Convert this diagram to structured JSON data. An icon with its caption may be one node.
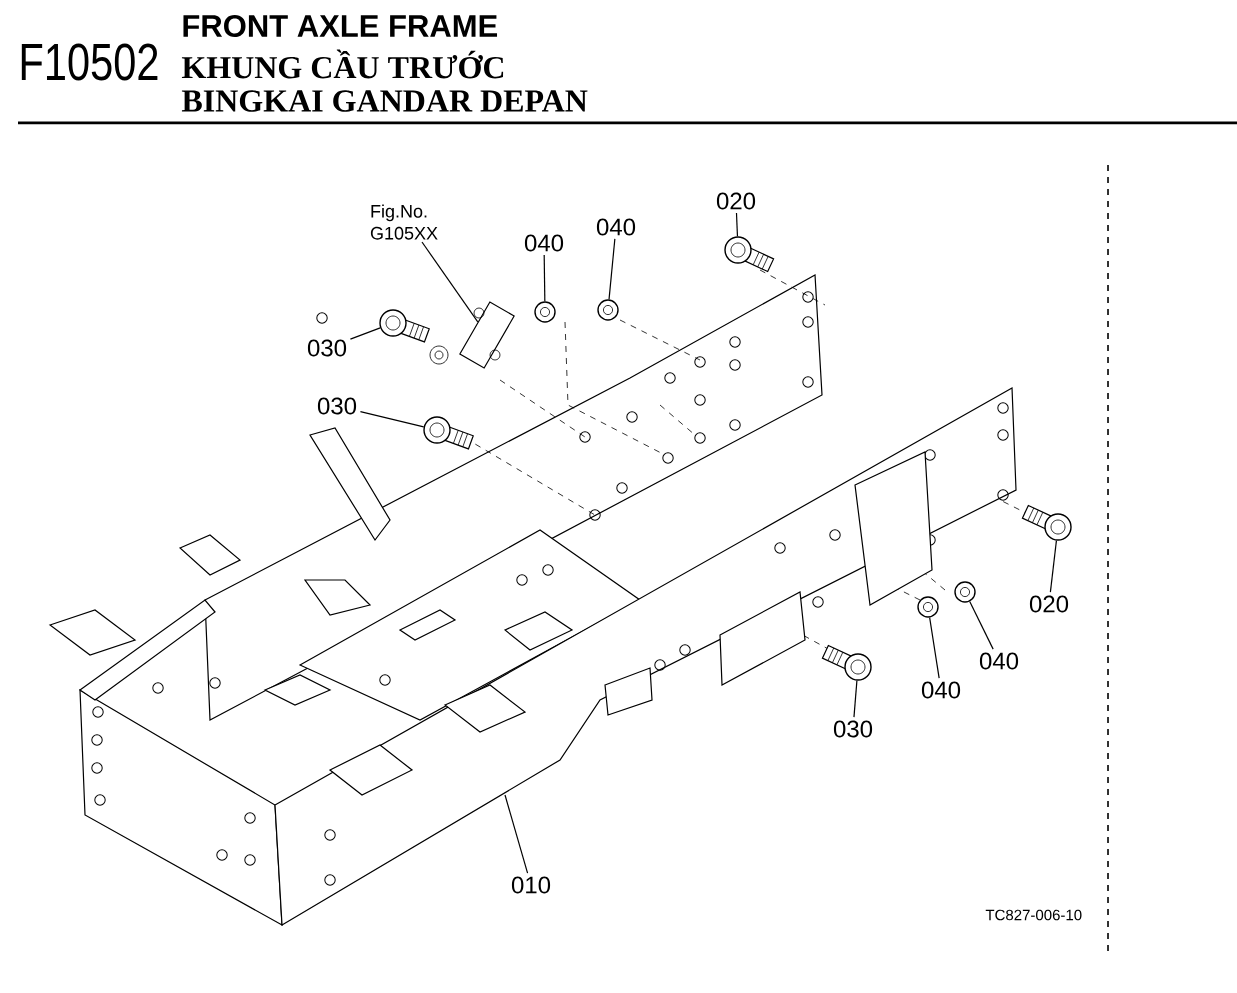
{
  "diagram": {
    "nodes": [
      {
        "text": [
          "020"
        ]
      },
      {
        "text": [
          "Fig.No. G105XX"
        ]
      },
      {
        "text": [
          "040"
        ]
      },
      {
        "text": [
          "040"
        ]
      },
      {
        "text": [
          "030"
        ]
      },
      {
        "text": [
          "030"
        ]
      },
      {
        "text": [
          "020"
        ]
      },
      {
        "text": [
          "040"
        ]
      },
      {
        "text": [
          "040"
        ]
      },
      {
        "text": [
          "030"
        ]
      },
      {
        "text": [
          "010"
        ]
      },
      {
        "text": [],
        "shape": "bolt"
      },
      {
        "text": [],
        "shape": "bracket"
      },
      {
        "text": [],
        "shape": "washer"
      },
      {
        "text": [],
        "shape": "washer"
      },
      {
        "text": [],
        "shape": "bolt"
      },
      {
        "text": [],
        "shape": "bolt"
      },
      {
        "text": [],
        "shape": "bolt"
      },
      {
        "text": [],
        "shape": "washer"
      },
      {
        "text": [],
        "shape": "washer"
      },
      {
        "text": [],
        "shape": "bolt"
      }
    ],
    "edges": [
      {
        "from": 0,
        "to": 11,
        "arrow": "none"
      },
      {
        "from": 1,
        "to": 12,
        "arrow": "none"
      },
      {
        "from": 2,
        "to": 13,
        "arrow": "none"
      },
      {
        "from": 3,
        "to": 14,
        "arrow": "none"
      },
      {
        "from": 4,
        "to": 15,
        "arrow": "none"
      },
      {
        "from": 5,
        "to": 16,
        "arrow": "none"
      },
      {
        "from": 6,
        "to": 17,
        "arrow": "none"
      },
      {
        "from": 7,
        "to": 18,
        "arrow": "none"
      },
      {
        "from": 8,
        "to": 19,
        "arrow": "none"
      },
      {
        "from": 9,
        "to": 20,
        "arrow": "none"
      },
      {
        "from": 10,
        "to": null,
        "arrow": "none"
      }
    ],
    "labels": [
      "F10502",
      "FRONT AXLE FRAME",
      "KHUNG CẦU TRƯỚC",
      "BINGKAI GANDAR DEPAN",
      "TC827-006-10"
    ]
  }
}
